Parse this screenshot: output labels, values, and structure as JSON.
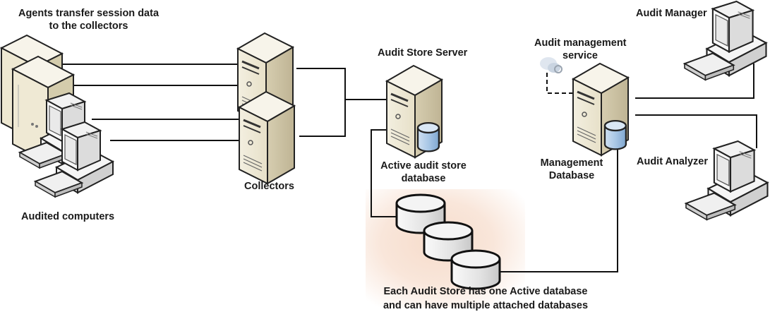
{
  "diagram": {
    "title_caption": "Agents transfer session data to the collectors",
    "nodes": {
      "audited_computers": {
        "label": "Audited computers",
        "icon": "workstation-group-icon"
      },
      "collectors": {
        "label": "Collectors",
        "icon": "server-icon",
        "count": 2
      },
      "audit_store_server": {
        "label": "Audit Store Server",
        "icon": "database-server-icon"
      },
      "active_db": {
        "label_line1": "Active audit store",
        "label_line2": "database",
        "icon": "database-icon"
      },
      "attached_dbs": {
        "icon": "database-stack-icon",
        "count": 3
      },
      "attached_caption_line1": "Each Audit Store has one Active database",
      "attached_caption_line2": "and can have multiple attached databases",
      "management_service": {
        "label_line1": "Audit management",
        "label_line2": "service",
        "icon": "service-gear-icon"
      },
      "management_db": {
        "label_line1": "Management",
        "label_line2": "Database",
        "icon": "database-server-icon"
      },
      "audit_manager": {
        "label": "Audit Manager",
        "icon": "workstation-icon"
      },
      "audit_analyzer": {
        "label": "Audit Analyzer",
        "icon": "workstation-icon"
      }
    },
    "colors": {
      "line": "#111111",
      "server_light": "#f4f0e2",
      "server_dark": "#c9c0a0",
      "db_blue": "#a9c7e6",
      "db_gray": "#e6e6e6",
      "shade": "#f6dccb"
    }
  }
}
